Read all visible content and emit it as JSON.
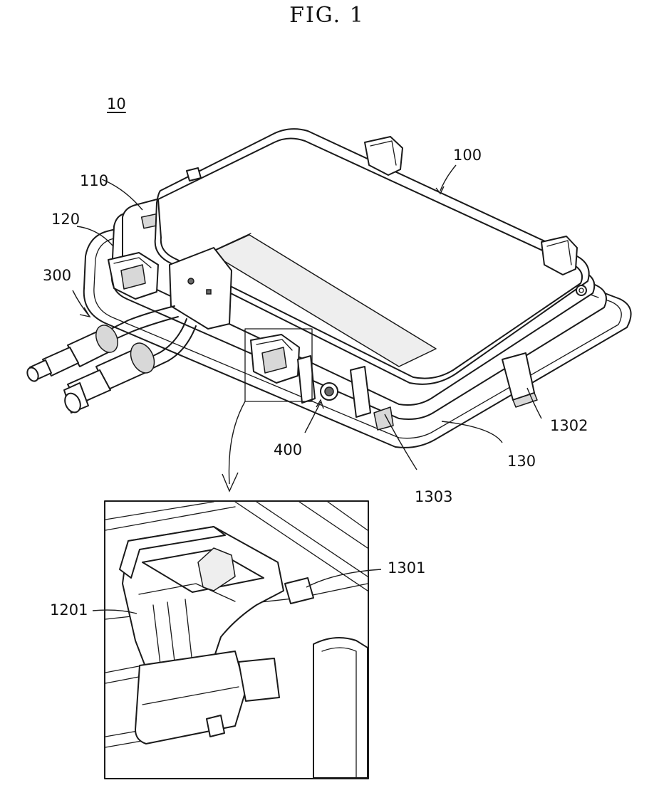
{
  "figure": {
    "title": "FIG. 1",
    "main_ref": "10",
    "labels": {
      "r100": "100",
      "r110": "110",
      "r120": "120",
      "r300": "300",
      "r400": "400",
      "r130": "130",
      "r1302": "1302",
      "r1303": "1303",
      "r1301": "1301",
      "r1201": "1201"
    }
  }
}
